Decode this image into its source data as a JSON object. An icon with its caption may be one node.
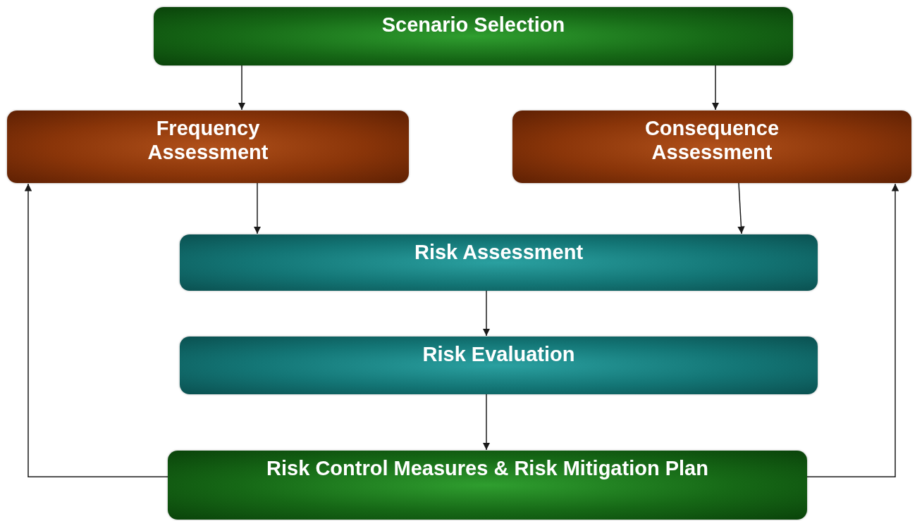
{
  "diagram": {
    "nodes": [
      {
        "text": [
          "Scenario Selection"
        ]
      },
      {
        "text": [
          "Frequency Assessment"
        ]
      },
      {
        "text": [
          "Consequence Assessment"
        ]
      },
      {
        "text": [
          "Risk Assessment"
        ]
      },
      {
        "text": [
          "Risk Evaluation"
        ]
      },
      {
        "text": [
          "Risk Control Measures & Risk Mitigation Plan"
        ]
      }
    ],
    "edges": [
      {
        "from": 0,
        "to": 1,
        "arrow": "to"
      },
      {
        "from": 0,
        "to": 2,
        "arrow": "to"
      },
      {
        "from": 1,
        "to": 3,
        "arrow": "to"
      },
      {
        "from": 2,
        "to": 3,
        "arrow": "to"
      },
      {
        "from": 3,
        "to": 4,
        "arrow": "to"
      },
      {
        "from": 4,
        "to": 5,
        "arrow": "to"
      },
      {
        "from": 5,
        "to": 1,
        "arrow": "to"
      },
      {
        "from": 5,
        "to": 2,
        "arrow": "to"
      }
    ]
  }
}
